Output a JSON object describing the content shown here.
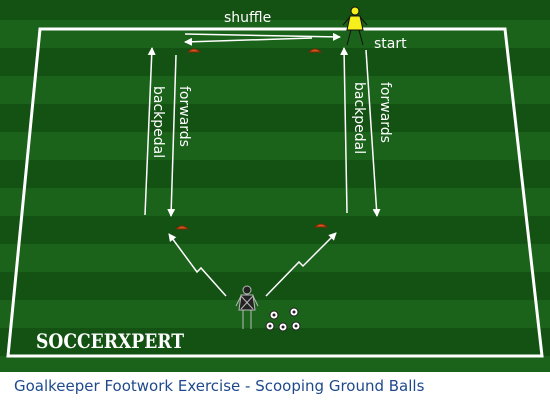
{
  "diagram": {
    "labels": {
      "shuffle": "shuffle",
      "start": "start",
      "forwards_left": "forwards",
      "backpedal_left": "backpedal",
      "forwards_right": "forwards",
      "backpedal_right": "backpedal"
    },
    "colors": {
      "pitch_dark": "#145214",
      "pitch_light": "#1b621b",
      "lines": "#ffffff",
      "cone": "#d4541a",
      "active_player": "#f5ef1c",
      "goalkeeper": "#111111"
    },
    "icons": [
      "cone-icon",
      "player-icon",
      "goalkeeper-icon",
      "ball-icon"
    ]
  },
  "brand": {
    "logo_text": "SOCCERXPERT"
  },
  "caption": {
    "text": "Goalkeeper Footwork Exercise - Scooping Ground Balls"
  }
}
